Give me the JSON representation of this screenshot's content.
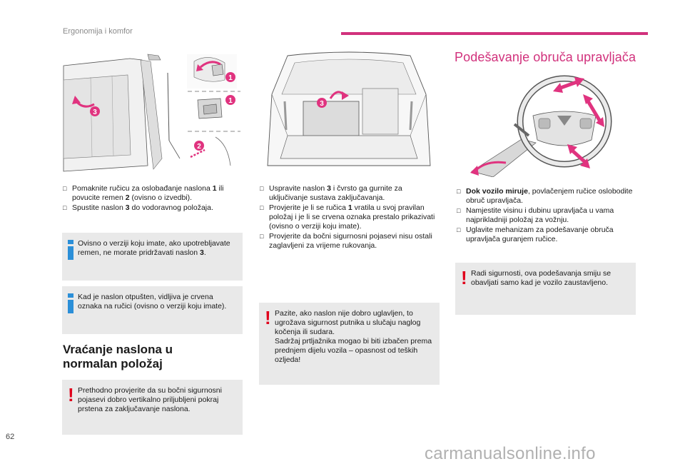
{
  "header": {
    "title": "Ergonomija i komfor",
    "accent": "#d1317c"
  },
  "figures": {
    "seat": {
      "callouts": [
        "1",
        "1",
        "3",
        "2"
      ]
    },
    "trunk": {
      "callouts": [
        "3"
      ]
    }
  },
  "col1": {
    "steps": [
      {
        "pre": "Pomaknite ručicu za oslobađanje naslona ",
        "bold": "1",
        "post": " ili povucite remen ",
        "bold2": "2",
        "post2": " (ovisno o izvedbi)."
      },
      {
        "pre": "Spustite naslon ",
        "bold": "3",
        "post": " do vodoravnog položaja.",
        "bold2": "",
        "post2": ""
      }
    ],
    "info1": {
      "pre": "Ovisno o verziji koju imate, ako upotrebljavate remen, ne morate pridržavati naslon ",
      "bold": "3",
      "post": "."
    },
    "info2": {
      "text": "Kad je naslon otpušten, vidljiva je crvena oznaka na ručici (ovisno o verziji koju imate)."
    },
    "section_title_line1": "Vraćanje naslona u",
    "section_title_line2": "normalan položaj",
    "warn": {
      "text": "Prethodno provjerite da su bočni sigurnosni pojasevi dobro vertikalno priljubljeni pokraj prstena za zaključavanje naslona."
    }
  },
  "col2": {
    "steps": [
      {
        "pre": "Uspravite naslon ",
        "bold": "3",
        "post": " i čvrsto ga gurnite za uključivanje sustava zaključavanja."
      },
      {
        "pre": "Provjerite je li se ručica ",
        "bold": "1",
        "post": " vratila u svoj pravilan položaj i je li se crvena oznaka prestalo prikazivati (ovisno o verziji koju imate)."
      },
      {
        "pre": "Provjerite da bočni sigurnosni pojasevi nisu ostali zaglavljeni za vrijeme rukovanja.",
        "bold": "",
        "post": ""
      }
    ],
    "warn": {
      "line1": "Pazite, ako naslon nije dobro uglavljen, to ugrožava sigurnost putnika u slučaju naglog kočenja ili sudara.",
      "line2": "Sadržaj prtljažnika mogao bi biti izbačen prema prednjem dijelu vozila – opasnost od teških ozljeda!"
    }
  },
  "col3": {
    "title": "Podešavanje obruča upravljača",
    "steps": [
      {
        "bold": "Dok vozilo miruje",
        "post": ", povlačenjem ručice oslobodite obruč upravljača."
      },
      {
        "bold": "",
        "post": "Namjestite visinu i dubinu upravljača u vama najprikladniji položaj za vožnju."
      },
      {
        "bold": "",
        "post": "Uglavite mehanizam za podešavanje obruča upravljača guranjem ručice."
      }
    ],
    "warn": {
      "text": "Radi sigurnosti, ova podešavanja smiju se obavljati samo kad je vozilo zaustavljeno."
    }
  },
  "page_number": "62",
  "watermark": "carmanualsonline.info"
}
